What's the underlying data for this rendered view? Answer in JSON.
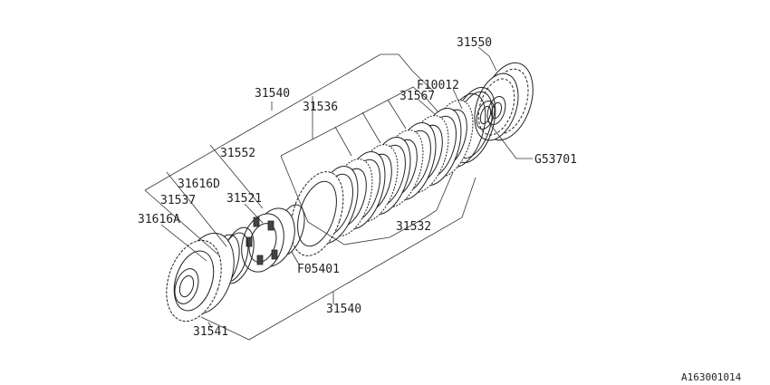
{
  "labels": {
    "p31550": "31550",
    "pF10012": "F10012",
    "p31540_top": "31540",
    "p31567": "31567",
    "p31536": "31536",
    "pG53701": "G53701",
    "p31552": "31552",
    "p31616D": "31616D",
    "p31537": "31537",
    "p31521": "31521",
    "p31616A": "31616A",
    "p31532": "31532",
    "pF05401": "F05401",
    "p31540_bottom": "31540",
    "p31541": "31541"
  },
  "figure_ref": "A163001014"
}
